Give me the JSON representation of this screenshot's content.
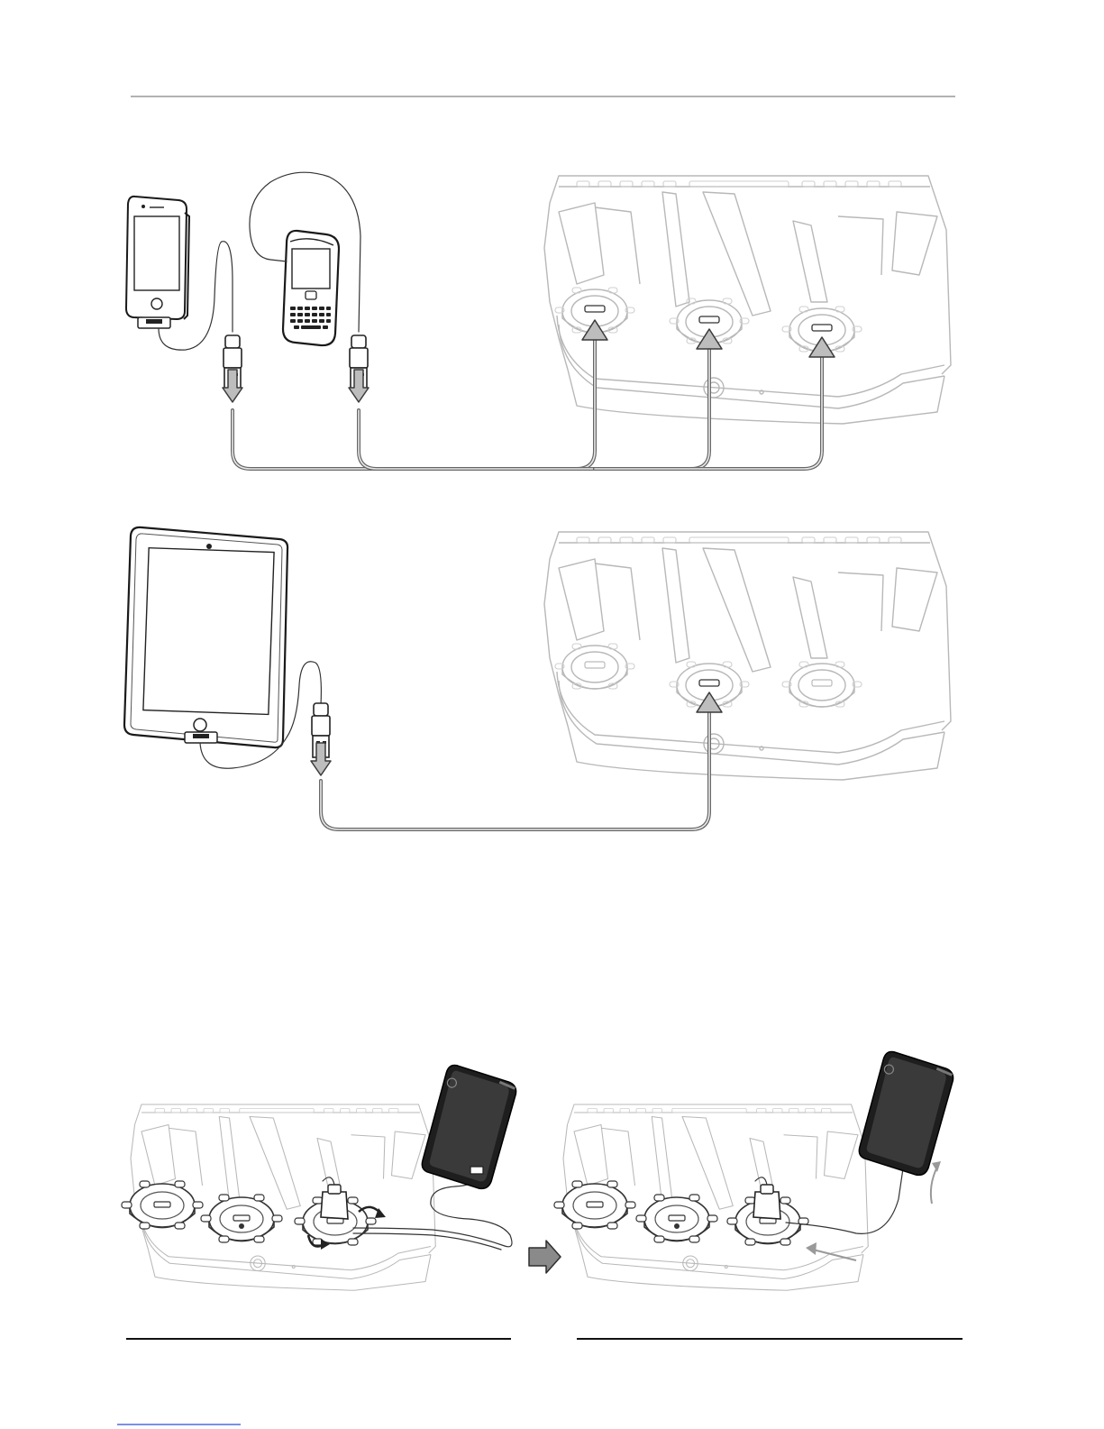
{
  "page": {
    "footer_link": ""
  },
  "colors": {
    "line_dark": "#1a1a1a",
    "cradle_faint": "#b8b8b8",
    "cable_grey": "#666666",
    "arrow_fill": "#bdbdbd"
  },
  "figures": [
    {
      "id": "smartphones-to-three-ports",
      "devices": [
        "phone-icon",
        "smartphone-icon"
      ],
      "ports_used": 3
    },
    {
      "id": "tablet-to-center-port",
      "devices": [
        "tablet-icon"
      ],
      "ports_used": 1
    },
    {
      "id": "cable-routing-step-1",
      "devices": [
        "phone-icon"
      ],
      "ports_used": 1
    },
    {
      "id": "cable-routing-step-2",
      "devices": [
        "phone-icon"
      ],
      "ports_used": 1
    }
  ]
}
